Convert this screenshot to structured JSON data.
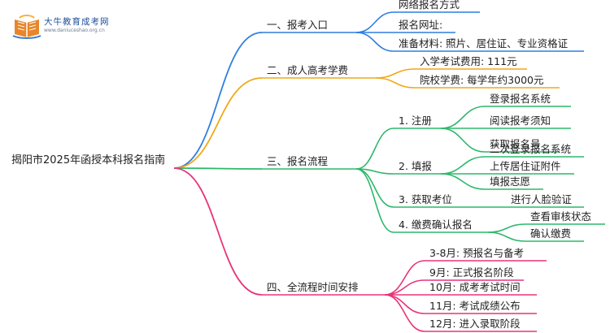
{
  "logo": {
    "name": "大牛教育成考网",
    "url": "www.daniuceshao.org.cn"
  },
  "mindmap": {
    "root": "揭阳市2025年函授本科报名指南",
    "branches": [
      {
        "label": "一、报考入口",
        "color": "#2f7fe0",
        "children": [
          {
            "label": "网络报名方式"
          },
          {
            "label": "报名网址:"
          },
          {
            "label": "准备材料: 照片、居住证、专业资格证"
          }
        ]
      },
      {
        "label": "二、成人高考学费",
        "color": "#f0a818",
        "children": [
          {
            "label": "入学考试费用: 111元"
          },
          {
            "label": "院校学费: 每学年约3000元"
          }
        ]
      },
      {
        "label": "三、报名流程",
        "color": "#2db86b",
        "children": [
          {
            "label": "1. 注册",
            "children": [
              {
                "label": "登录报名系统"
              },
              {
                "label": "阅读报考须知"
              },
              {
                "label": "获取报名号"
              }
            ]
          },
          {
            "label": "2. 填报",
            "children": [
              {
                "label": "二次登录报名系统"
              },
              {
                "label": "上传居住证附件"
              },
              {
                "label": "填报志愿"
              }
            ]
          },
          {
            "label": "3. 获取考位",
            "children": [
              {
                "label": "进行人脸验证"
              }
            ]
          },
          {
            "label": "4. 缴费确认报名",
            "children": [
              {
                "label": "查看审核状态"
              },
              {
                "label": "确认缴费"
              }
            ]
          }
        ]
      },
      {
        "label": "四、全流程时间安排",
        "color": "#e8337a",
        "children": [
          {
            "label": "3-8月: 预报名与备考"
          },
          {
            "label": "9月: 正式报名阶段"
          },
          {
            "label": "10月: 成考考试时间"
          },
          {
            "label": "11月: 考试成绩公布"
          },
          {
            "label": "12月: 进入录取阶段"
          }
        ]
      }
    ]
  }
}
